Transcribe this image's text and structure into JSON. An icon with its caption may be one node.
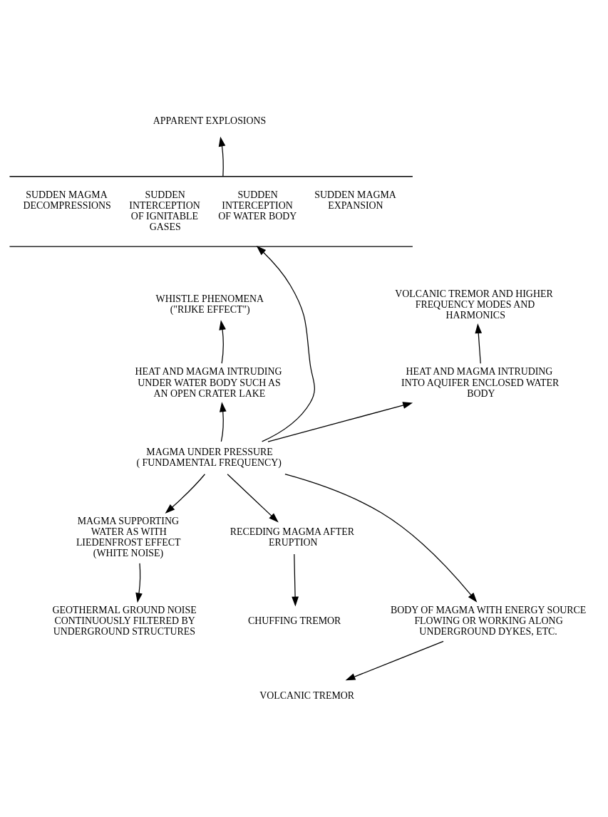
{
  "diagram": {
    "nodes": [
      {
        "text": [
          "APPARENT EXPLOSIONS"
        ]
      },
      {
        "text": [
          "SUDDEN MAGMA DECOMPRESSIONS",
          "SUDDEN INTERCEPTION OF IGNITABLE GASES",
          "SUDDEN INTERCEPTION OF WATER BODY",
          "SUDDEN MAGMA EXPANSION"
        ]
      },
      {
        "text": [
          "WHISTLE PHENOMENA (\"RIJKE EFFECT\")"
        ]
      },
      {
        "text": [
          "VOLCANIC TREMOR AND HIGHER FREQUENCY MODES AND HARMONICS"
        ]
      },
      {
        "text": [
          "HEAT AND MAGMA INTRUDING UNDER WATER BODY SUCH AS AN OPEN CRATER LAKE"
        ]
      },
      {
        "text": [
          "HEAT AND MAGMA INTRUDING INTO AQUIFER ENCLOSED WATER BODY"
        ]
      },
      {
        "text": [
          "MAGMA UNDER PRESSURE",
          "( FUNDAMENTAL FREQUENCY)"
        ]
      },
      {
        "text": [
          "MAGMA SUPPORTING WATER AS WITH LIEDENFROST EFFECT (WHITE NOISE)"
        ]
      },
      {
        "text": [
          "RECEDING MAGMA AFTER ERUPTION"
        ]
      },
      {
        "text": [
          "GEOTHERMAL GROUND NOISE CONTINUOUSLY FILTERED BY UNDERGROUND STRUCTURES"
        ]
      },
      {
        "text": [
          "CHUFFING TREMOR"
        ]
      },
      {
        "text": [
          "BODY OF MAGMA WITH ENERGY SOURCE FLOWING OR WORKING ALONG UNDERGROUND DYKES, ETC."
        ]
      },
      {
        "text": [
          "VOLCANIC TREMOR"
        ]
      }
    ],
    "edges": [
      {
        "from": 1,
        "to": 0,
        "arrow": "to"
      },
      {
        "from": 6,
        "to": 1,
        "arrow": "to"
      },
      {
        "from": 4,
        "to": 2,
        "arrow": "to"
      },
      {
        "from": 5,
        "to": 3,
        "arrow": "to"
      },
      {
        "from": 6,
        "to": 4,
        "arrow": "to"
      },
      {
        "from": 6,
        "to": 5,
        "arrow": "to"
      },
      {
        "from": 6,
        "to": 7,
        "arrow": "to"
      },
      {
        "from": 6,
        "to": 8,
        "arrow": "to"
      },
      {
        "from": 7,
        "to": 9,
        "arrow": "to"
      },
      {
        "from": 8,
        "to": 10,
        "arrow": "to"
      },
      {
        "from": 6,
        "to": 11,
        "arrow": "to"
      },
      {
        "from": 11,
        "to": 12,
        "arrow": "to"
      }
    ]
  }
}
